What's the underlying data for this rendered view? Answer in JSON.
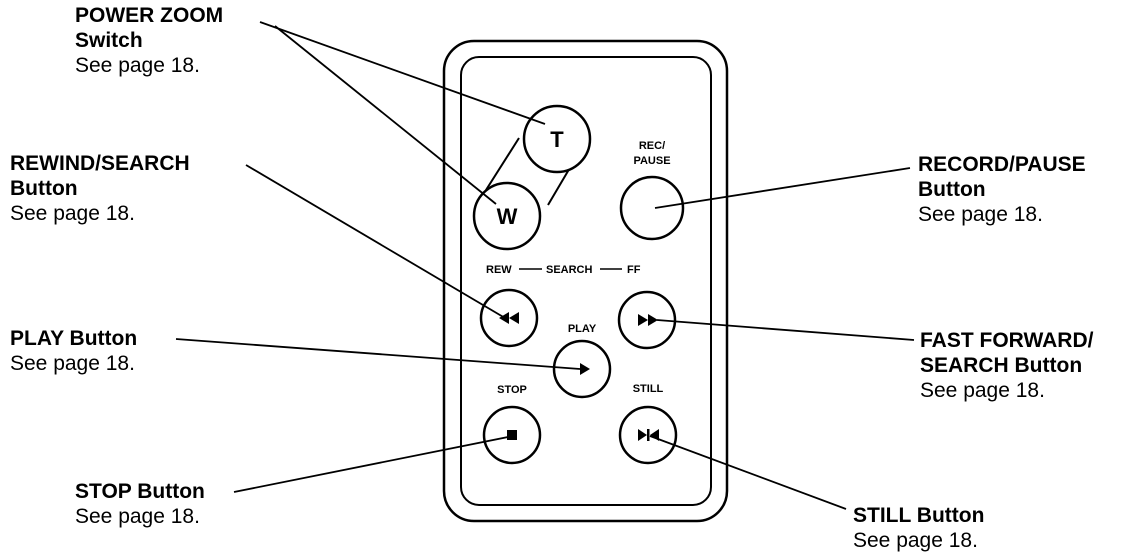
{
  "remote": {
    "buttons": {
      "tele": "T",
      "wide": "W",
      "rec_pause_line1": "REC/",
      "rec_pause_line2": "PAUSE",
      "rew_search_ff_rew": "REW",
      "rew_search_ff_search": "SEARCH",
      "rew_search_ff_ff": "FF",
      "play": "PLAY",
      "stop": "STOP",
      "still": "STILL"
    }
  },
  "callouts": {
    "power_zoom": {
      "title1": "POWER ZOOM",
      "title2": "Switch",
      "ref": "See page 18."
    },
    "rewind_search": {
      "title1": "REWIND/SEARCH",
      "title2": "Button",
      "ref": "See page 18."
    },
    "play": {
      "title1": "PLAY Button",
      "ref": "See page 18."
    },
    "stop": {
      "title1": "STOP Button",
      "ref": "See page 18."
    },
    "record_pause": {
      "title1": "RECORD/PAUSE",
      "title2": "Button",
      "ref": "See page 18."
    },
    "fast_forward": {
      "title1": "FAST FORWARD/",
      "title2": "SEARCH Button",
      "ref": "See page 18."
    },
    "still": {
      "title1": "STILL Button",
      "ref": "See page 18."
    }
  }
}
